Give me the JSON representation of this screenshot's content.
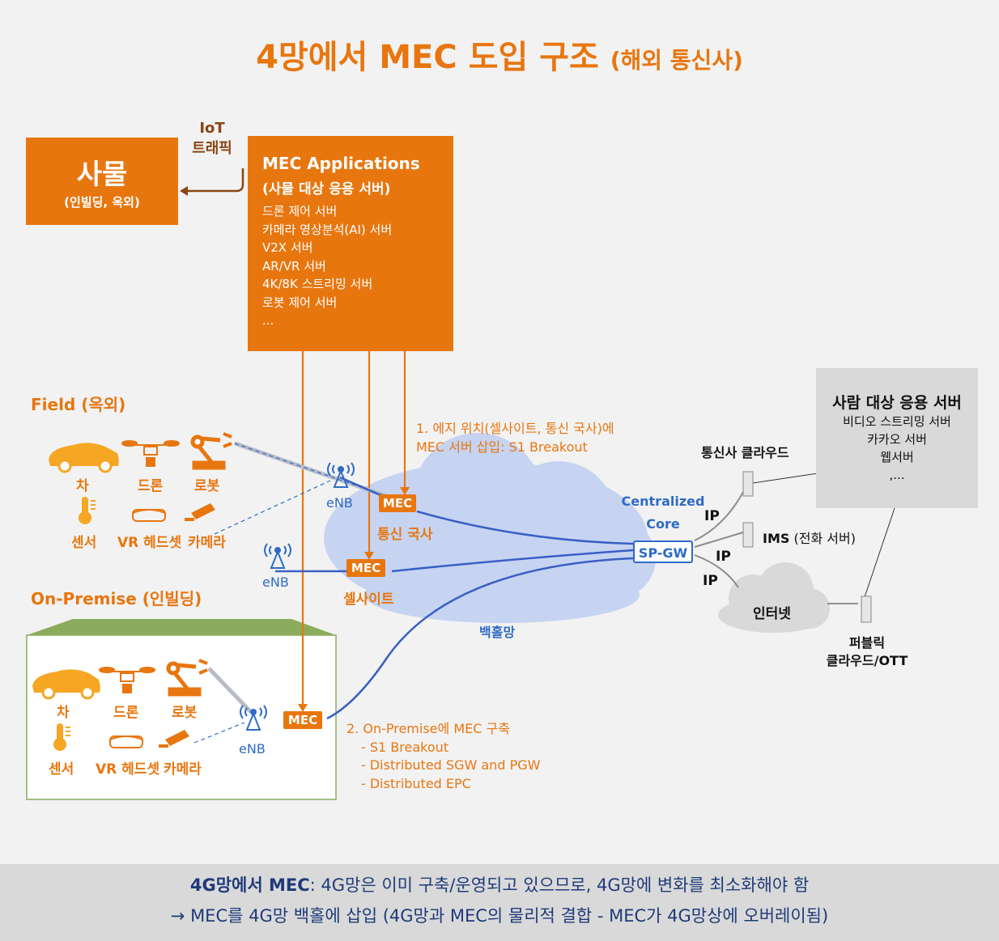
{
  "title": {
    "main": "4망에서 MEC 도입 구조",
    "sub": "(해외 통신사)"
  },
  "thing_box": {
    "title": "사물",
    "subtitle": "(인빌딩, 옥외)"
  },
  "iot_traffic": {
    "line1": "IoT",
    "line2": "트래픽"
  },
  "mec_apps": {
    "title": "MEC Applications",
    "subtitle": "(사물 대상 응용 서버)",
    "items": [
      "드론 제어 서버",
      "카메라 영상분석(AI) 서버",
      "V2X 서버",
      "AR/VR 서버",
      "4K/8K 스트리밍 서버",
      "로봇 제어 서버",
      "..."
    ]
  },
  "field": {
    "label": "Field (옥외)",
    "devices": [
      "차",
      "드론",
      "로봇",
      "센서",
      "VR 헤드셋",
      "카메라"
    ]
  },
  "onprem": {
    "label": "On-Premise (인빌딩)",
    "devices": [
      "차",
      "드론",
      "로봇",
      "센서",
      "VR 헤드셋",
      "카메라"
    ]
  },
  "enb_label": "eNB",
  "mec_label": "MEC",
  "telco_office": "통신 국사",
  "cell_site": "셀사이트",
  "backhaul": "백홀망",
  "note1": {
    "line1": "1. 에지 위치(셀사이트, 통신 국사)에",
    "line2": "MEC 서버 삽입: S1 Breakout"
  },
  "note2": {
    "line1": "2. On-Premise에 MEC 구축",
    "items": [
      "- S1 Breakout",
      "- Distributed SGW and PGW",
      "- Distributed EPC"
    ]
  },
  "core": {
    "line1": "Centralized",
    "line2": "Core",
    "gw": "SP-GW"
  },
  "ip_label": "IP",
  "telco_cloud": "통신사 클라우드",
  "ims": {
    "bold": "IMS",
    "rest": "(전화 서버)"
  },
  "internet": "인터넷",
  "public_cloud": {
    "line1": "퍼블릭",
    "line2": "클라우드/OTT"
  },
  "human_servers": {
    "title": "사람 대상 응용 서버",
    "items": [
      "비디오 스트리밍 서버",
      "카카오 서버",
      "웹서버",
      ",..."
    ]
  },
  "bottom": {
    "line1_bold": "4G망에서 MEC",
    "line1_rest": ": 4G망은 이미 구축/운영되고 있으므로, 4G망에 변화를 최소화해야 함",
    "line2": "→  MEC를 4G망 백홀에 삽입 (4G망과 MEC의 물리적 결합 - MEC가 4G망상에 오버레이됨)"
  },
  "colors": {
    "orange": "#e8760f",
    "blue": "#2e6bc6",
    "cloud": "#c6d4f2",
    "gray_box": "#d9d9d9"
  }
}
